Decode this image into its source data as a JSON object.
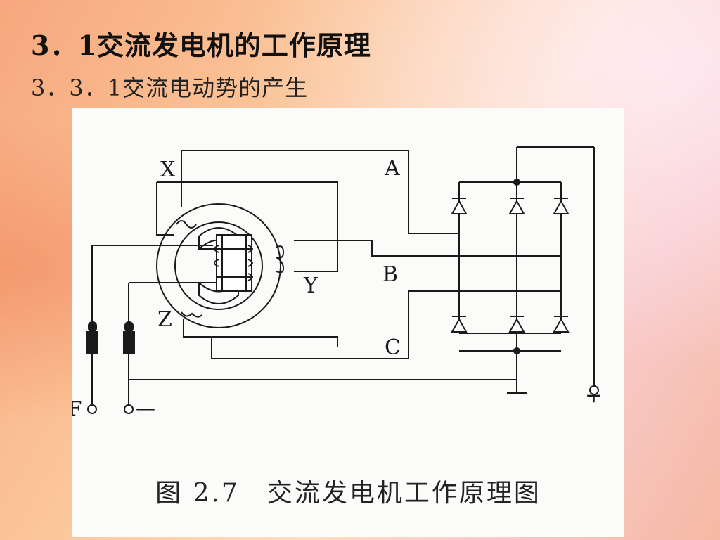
{
  "slide": {
    "title": "3．1交流发电机的工作原理",
    "subtitle": "3．3．1交流电动势的产生"
  },
  "figure": {
    "caption": "图 2.7　交流发电机工作原理图",
    "labels": {
      "X": "X",
      "Y": "Y",
      "Z": "Z",
      "A": "A",
      "B": "B",
      "C": "C",
      "F": "F",
      "minus": "—",
      "plus": "+"
    }
  }
}
